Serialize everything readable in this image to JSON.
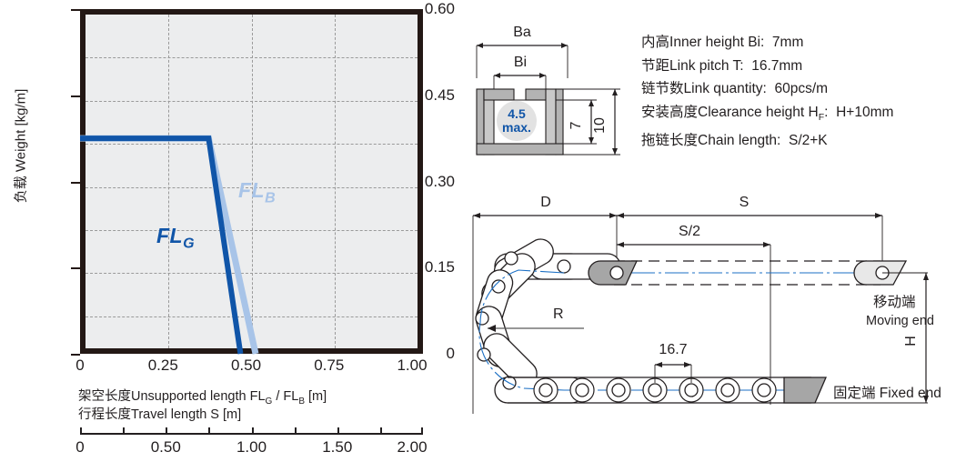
{
  "chart_data": {
    "type": "line",
    "title": "",
    "xlabel_cn": "架空长度",
    "xlabel_en": "Unsupported length FL_G / FL_B [m]",
    "xlabel_line1": "架空长度Unsupported length FL",
    "xlabel_line1_sub1": "G",
    "xlabel_line1_mid": " / FL",
    "xlabel_line1_sub2": "B",
    "xlabel_line1_end": " [m]",
    "xlabel_line2": "行程长度Travel length S [m]",
    "ylabel": "负载 Weight  [kg/m]",
    "xlim": [
      0,
      1.0
    ],
    "ylim": [
      0,
      0.6
    ],
    "xticks": [
      "0",
      "0.25",
      "0.50",
      "0.75",
      "1.00"
    ],
    "xtick_values": [
      0,
      0.25,
      0.5,
      0.75,
      1.0
    ],
    "yticks": [
      "0",
      "0.15",
      "0.30",
      "0.45",
      "0.60"
    ],
    "ytick_values": [
      0,
      0.15,
      0.3,
      0.45,
      0.6
    ],
    "minor_y_values": [
      0.075,
      0.225,
      0.375,
      0.525
    ],
    "grid": true,
    "legend_position": "inline-annotation",
    "series": [
      {
        "name": "FL_G",
        "label": "FL",
        "sub": "G",
        "color": "#1055a8",
        "points": [
          [
            0,
            0.375
          ],
          [
            0.375,
            0.375
          ],
          [
            0.468,
            0.0
          ]
        ]
      },
      {
        "name": "FL_B",
        "label": "FL",
        "sub": "B",
        "color": "#a8c4e8",
        "points": [
          [
            0,
            0.375
          ],
          [
            0.375,
            0.375
          ],
          [
            0.512,
            0.0
          ]
        ]
      }
    ],
    "secondary_axis": {
      "label": "行程长度Travel length S [m]",
      "lim": [
        0,
        2.0
      ],
      "ticks": [
        "0",
        "0.50",
        "1.00",
        "1.50",
        "2.00"
      ],
      "tick_values": [
        0,
        0.5,
        1.0,
        1.5,
        2.0
      ],
      "minor_tick_values": [
        0.25,
        0.75,
        1.25,
        1.75
      ]
    }
  },
  "cross_section": {
    "dim_ba": "Ba",
    "dim_bi": "Bi",
    "dim_inner_height": "7",
    "dim_outer_height": "10",
    "bubble_value": "4.5",
    "bubble_unit": "max.",
    "bubble_color": "#1055a8"
  },
  "specs": [
    {
      "cn": "内高",
      "en": "Inner height Bi:",
      "value": "7mm",
      "sub": ""
    },
    {
      "cn": "节距",
      "en": "Link pitch T:",
      "value": "16.7mm",
      "sub": ""
    },
    {
      "cn": "链节数",
      "en": "Link quantity:",
      "value": "60pcs/m",
      "sub": ""
    },
    {
      "cn": "安装高度",
      "en": "Clearance height H",
      "sub": "F",
      "en2": ":",
      "value": "H+10mm"
    },
    {
      "cn": "拖链长度",
      "en": "Chain length:",
      "value": "S/2+K",
      "sub": ""
    }
  ],
  "chain_diagram": {
    "dim_d": "D",
    "dim_s": "S",
    "dim_s_half": "S/2",
    "dim_r": "R",
    "dim_pitch": "16.7",
    "dim_h": "H",
    "moving_end_cn": "移动端",
    "moving_end_en": "Moving end",
    "fixed_end": "固定端 Fixed end",
    "link_color": "#1b6fc4",
    "body_stroke": "#231f20"
  }
}
